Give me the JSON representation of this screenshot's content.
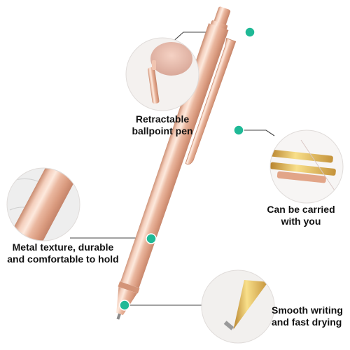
{
  "page": {
    "background": "#ffffff",
    "accent_dot_color": "#1fb996",
    "pen_color": "#e8b59d"
  },
  "features": [
    {
      "id": "retractable",
      "lines": [
        "Retractable",
        "ballpoint pen"
      ],
      "icon": "finger-pressing-pen-button-icon"
    },
    {
      "id": "clip",
      "lines": [
        "Can be carried",
        "with you"
      ],
      "icon": "pen-clip-closeup-icon"
    },
    {
      "id": "texture",
      "lines": [
        "Metal texture, durable",
        "and comfortable to hold"
      ],
      "icon": "metal-texture-closeup-icon"
    },
    {
      "id": "writing",
      "lines": [
        "Smooth writing",
        "and fast drying"
      ],
      "icon": "pen-tip-closeup-icon"
    }
  ]
}
